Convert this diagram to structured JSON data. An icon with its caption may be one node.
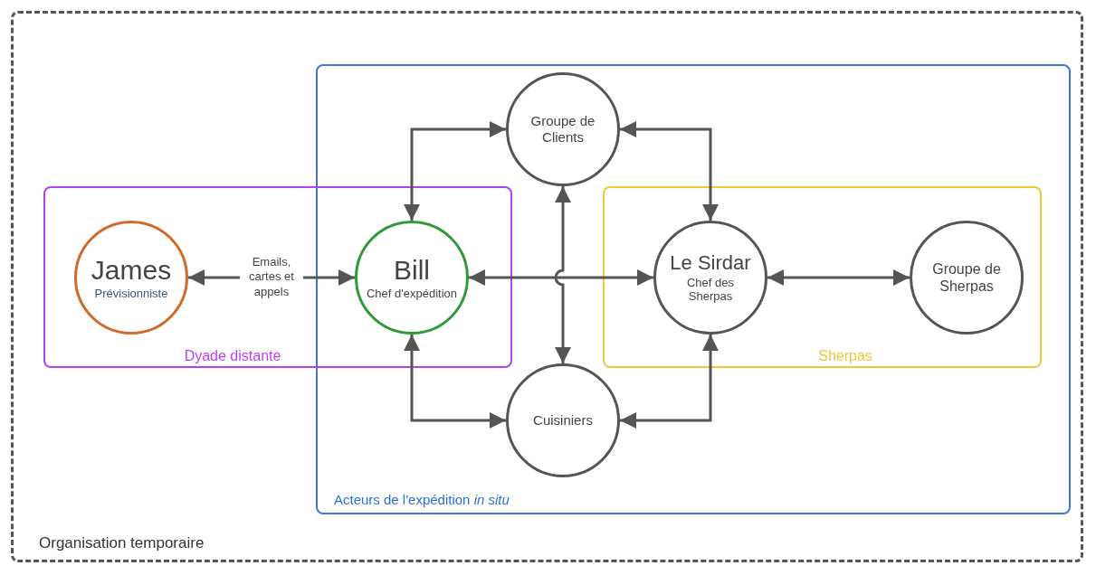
{
  "diagram": {
    "nodes": [
      {
        "text": [
          "Organisation temporaire"
        ]
      },
      {
        "text": [
          "Acteurs de l'expédition *in situ*"
        ],
        "in": 0
      },
      {
        "text": [
          "Dyade distante"
        ],
        "in": 0
      },
      {
        "text": [
          "Sherpas"
        ],
        "in": 1
      },
      {
        "text": [
          "James",
          "Prévisionniste"
        ],
        "in": 2
      },
      {
        "text": [
          "Bill",
          "Chef d'expédition"
        ]
      },
      {
        "text": [
          "Groupe de Clients"
        ],
        "in": 1
      },
      {
        "text": [
          "Cuisiniers"
        ],
        "in": 1
      },
      {
        "text": [
          "Le Sirdar",
          "Chef des Sherpas"
        ],
        "in": 3
      },
      {
        "text": [
          "Groupe de Sherpas"
        ],
        "in": 3
      }
    ],
    "edges": [
      {
        "from": 4,
        "to": 5,
        "arrow": "both",
        "label": "Emails, cartes et appels"
      },
      {
        "from": 5,
        "to": 6,
        "arrow": "both"
      },
      {
        "from": 5,
        "to": 7,
        "arrow": "both"
      },
      {
        "from": 5,
        "to": 8,
        "arrow": "both"
      },
      {
        "from": 6,
        "to": 7,
        "arrow": "both"
      },
      {
        "from": 6,
        "to": 8,
        "arrow": "both"
      },
      {
        "from": 7,
        "to": 8,
        "arrow": "both"
      },
      {
        "from": 8,
        "to": 9,
        "arrow": "both"
      }
    ]
  }
}
